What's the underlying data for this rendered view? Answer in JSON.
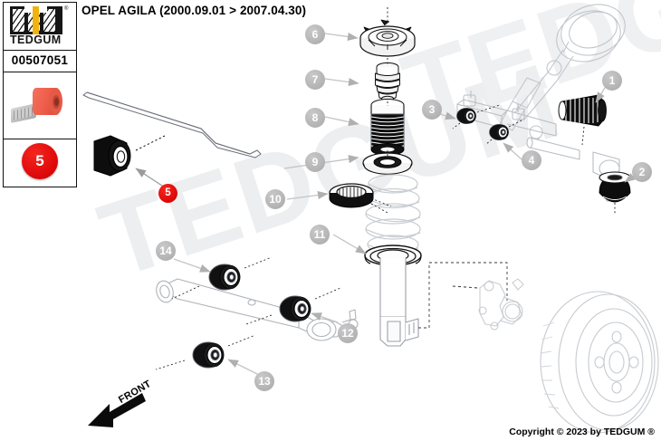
{
  "brand": {
    "logo_text": "TEDGUM",
    "registered_mark": "®",
    "part_number": "00507051",
    "highlight_number": "5"
  },
  "header": {
    "title": "OPEL AGILA (2000.09.01 > 2007.04.30)"
  },
  "watermark": {
    "text": "TEDGUM"
  },
  "diagram": {
    "front_label": "FRONT",
    "highlight_callout": "5",
    "callouts": [
      {
        "id": "1",
        "label": "1"
      },
      {
        "id": "2",
        "label": "2"
      },
      {
        "id": "3",
        "label": "3"
      },
      {
        "id": "4",
        "label": "4"
      },
      {
        "id": "6",
        "label": "6"
      },
      {
        "id": "7",
        "label": "7"
      },
      {
        "id": "8",
        "label": "8"
      },
      {
        "id": "9",
        "label": "9"
      },
      {
        "id": "10",
        "label": "10"
      },
      {
        "id": "11",
        "label": "11"
      },
      {
        "id": "12",
        "label": "12"
      },
      {
        "id": "13",
        "label": "13"
      },
      {
        "id": "14",
        "label": "14"
      }
    ]
  },
  "footer": {
    "copyright": "Copyright © 2023 by TEDGUM ®"
  },
  "colors": {
    "highlight_red": "#e00a0a",
    "callout_gray": "#b4b4b4",
    "logo_yellow": "#f0b310",
    "part_red": "#e45a46",
    "line": "#4a4a52",
    "watermark": "#eceef0"
  }
}
